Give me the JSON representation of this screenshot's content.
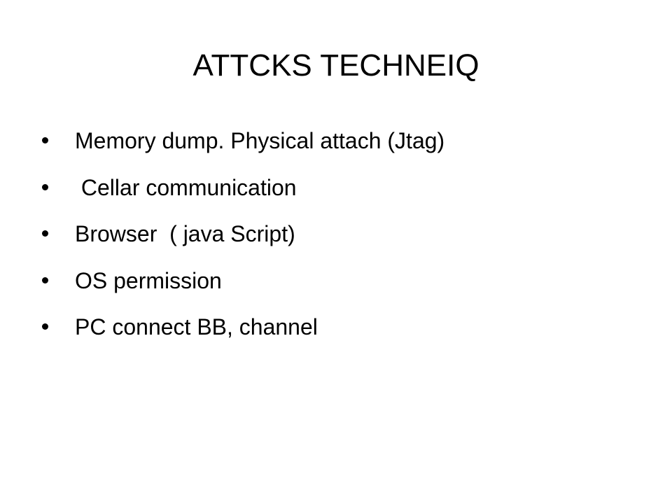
{
  "slide": {
    "title": "ATTCKS TECHNEIQ",
    "bullets": [
      {
        "text": "Memory dump. Physical attach (Jtag)"
      },
      {
        "text": " Cellar communication"
      },
      {
        "text": "Browser  ( java Script)"
      },
      {
        "text": "OS permission"
      },
      {
        "text": "PC connect BB, channel"
      }
    ]
  }
}
